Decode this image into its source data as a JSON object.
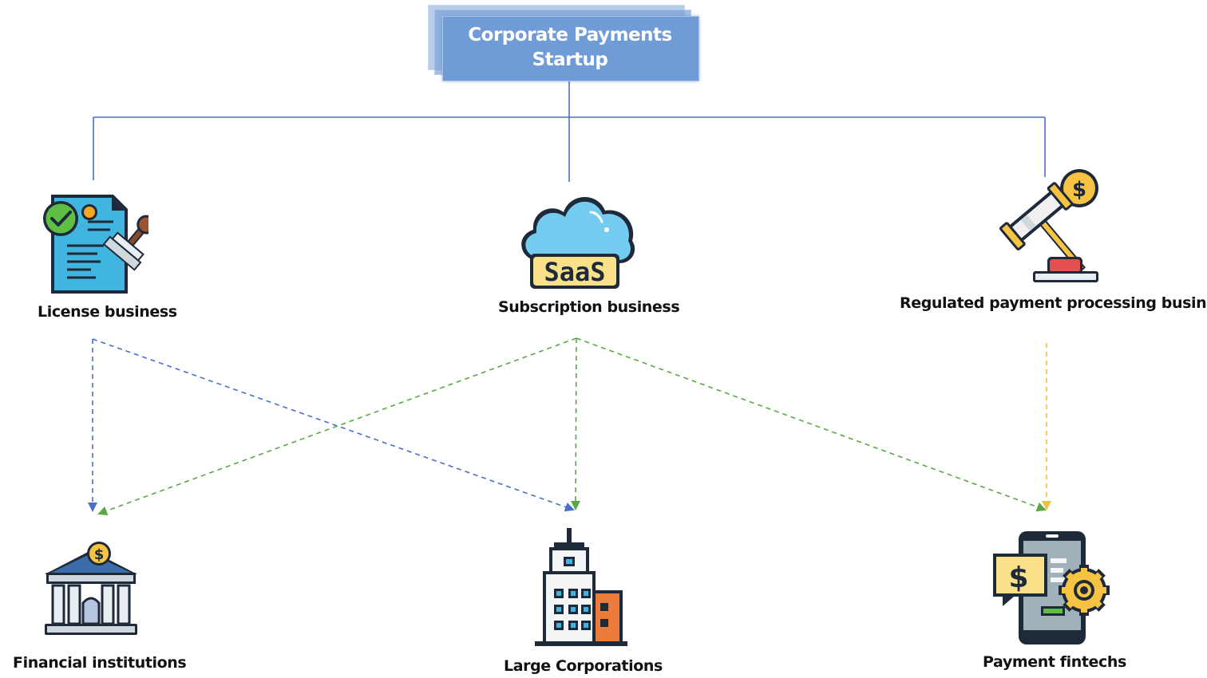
{
  "root": {
    "title_line1": "Corporate Payments",
    "title_line2": "Startup"
  },
  "business_models": [
    {
      "label": "License business",
      "icon": "license-document-stamp-icon"
    },
    {
      "label": "Subscription business",
      "icon": "saas-cloud-icon",
      "icon_text": "SaaS"
    },
    {
      "label": "Regulated payment processing business",
      "icon": "gavel-dollar-icon"
    }
  ],
  "customers": [
    {
      "label": "Financial institutions",
      "icon": "bank-building-icon"
    },
    {
      "label": "Large Corporations",
      "icon": "office-skyscraper-icon"
    },
    {
      "label": "Payment fintechs",
      "icon": "mobile-payment-gear-icon"
    }
  ],
  "connections": [
    {
      "from": "License business",
      "to": "Financial institutions",
      "color": "#4a6fc9"
    },
    {
      "from": "License business",
      "to": "Large Corporations",
      "color": "#4a6fc9"
    },
    {
      "from": "Subscription business",
      "to": "Financial institutions",
      "color": "#5aa845"
    },
    {
      "from": "Subscription business",
      "to": "Large Corporations",
      "color": "#5aa845"
    },
    {
      "from": "Subscription business",
      "to": "Payment fintechs",
      "color": "#5aa845"
    },
    {
      "from": "Regulated payment processing business",
      "to": "Payment fintechs",
      "color": "#f0c040"
    }
  ],
  "colors": {
    "tree_line": "#4a6fc9",
    "root_fill": "#6f9bd6"
  }
}
